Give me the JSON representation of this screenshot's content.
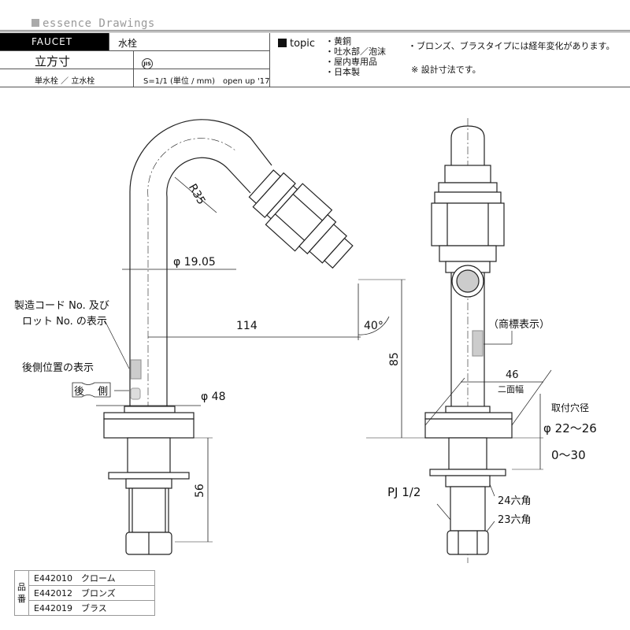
{
  "brand": "essence Drawings",
  "header": {
    "category": "FAUCET",
    "category_jp": "水栓",
    "title": "立方寸",
    "jis_mark": "JIS",
    "subtitle": "単水栓 ／ 立水栓",
    "scale": "S=1/1 (単位 / mm)　open up '17",
    "topic_label": "topic",
    "topics": [
      "・黄銅",
      "・吐水部／泡沫",
      "・屋内専用品",
      "・日本製"
    ],
    "notes": [
      "・ブロンズ、ブラスタイプには経年変化があります。",
      "※ 設計寸法です。"
    ]
  },
  "drawing": {
    "r35": "R35",
    "phi1905": "φ 19.05",
    "d114": "114",
    "angle": "40°",
    "d85": "85",
    "phi48": "φ 48",
    "d56": "56",
    "label_code1": "製造コード No. 及び",
    "label_code2": "ロット No. の表示",
    "label_back": "後側位置の表示",
    "back_tag_1": "後",
    "back_tag_2": "側",
    "trademark": "（商標表示）",
    "d46": "46",
    "nimen": "二面幅",
    "hole_label": "取付穴径",
    "hole_dia": "φ 22～26",
    "range": "0～30",
    "pj": "PJ 1/2",
    "hex24": "24六角",
    "hex23": "23六角"
  },
  "products": {
    "label": "品番",
    "rows": [
      {
        "code": "E442010",
        "finish": "クローム"
      },
      {
        "code": "E442012",
        "finish": "ブロンズ"
      },
      {
        "code": "E442019",
        "finish": "ブラス"
      }
    ]
  }
}
